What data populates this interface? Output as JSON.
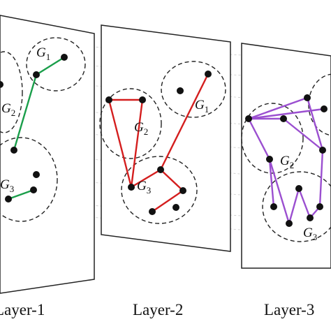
{
  "layers": [
    {
      "id": "layer1",
      "caption": "Layer-1",
      "edge_color": "#1a9e4a",
      "groups": [
        {
          "name": "G",
          "sub": "1"
        },
        {
          "name": "G",
          "sub": "2"
        },
        {
          "name": "G",
          "sub": "3"
        }
      ]
    },
    {
      "id": "layer2",
      "caption": "Layer-2",
      "edge_color": "#d41e1e",
      "groups": [
        {
          "name": "G",
          "sub": "1"
        },
        {
          "name": "G",
          "sub": "2"
        },
        {
          "name": "G",
          "sub": "3"
        }
      ]
    },
    {
      "id": "layer3",
      "caption": "Layer-3",
      "edge_color": "#9b4fd0",
      "groups": [
        {
          "name": "G",
          "sub": "2"
        },
        {
          "name": "G",
          "sub": "3"
        }
      ]
    }
  ],
  "colors": {
    "node": "#111111",
    "panel_border": "#222222",
    "group_circle": "#222222",
    "interlayer_line": "#c8c8c8"
  }
}
